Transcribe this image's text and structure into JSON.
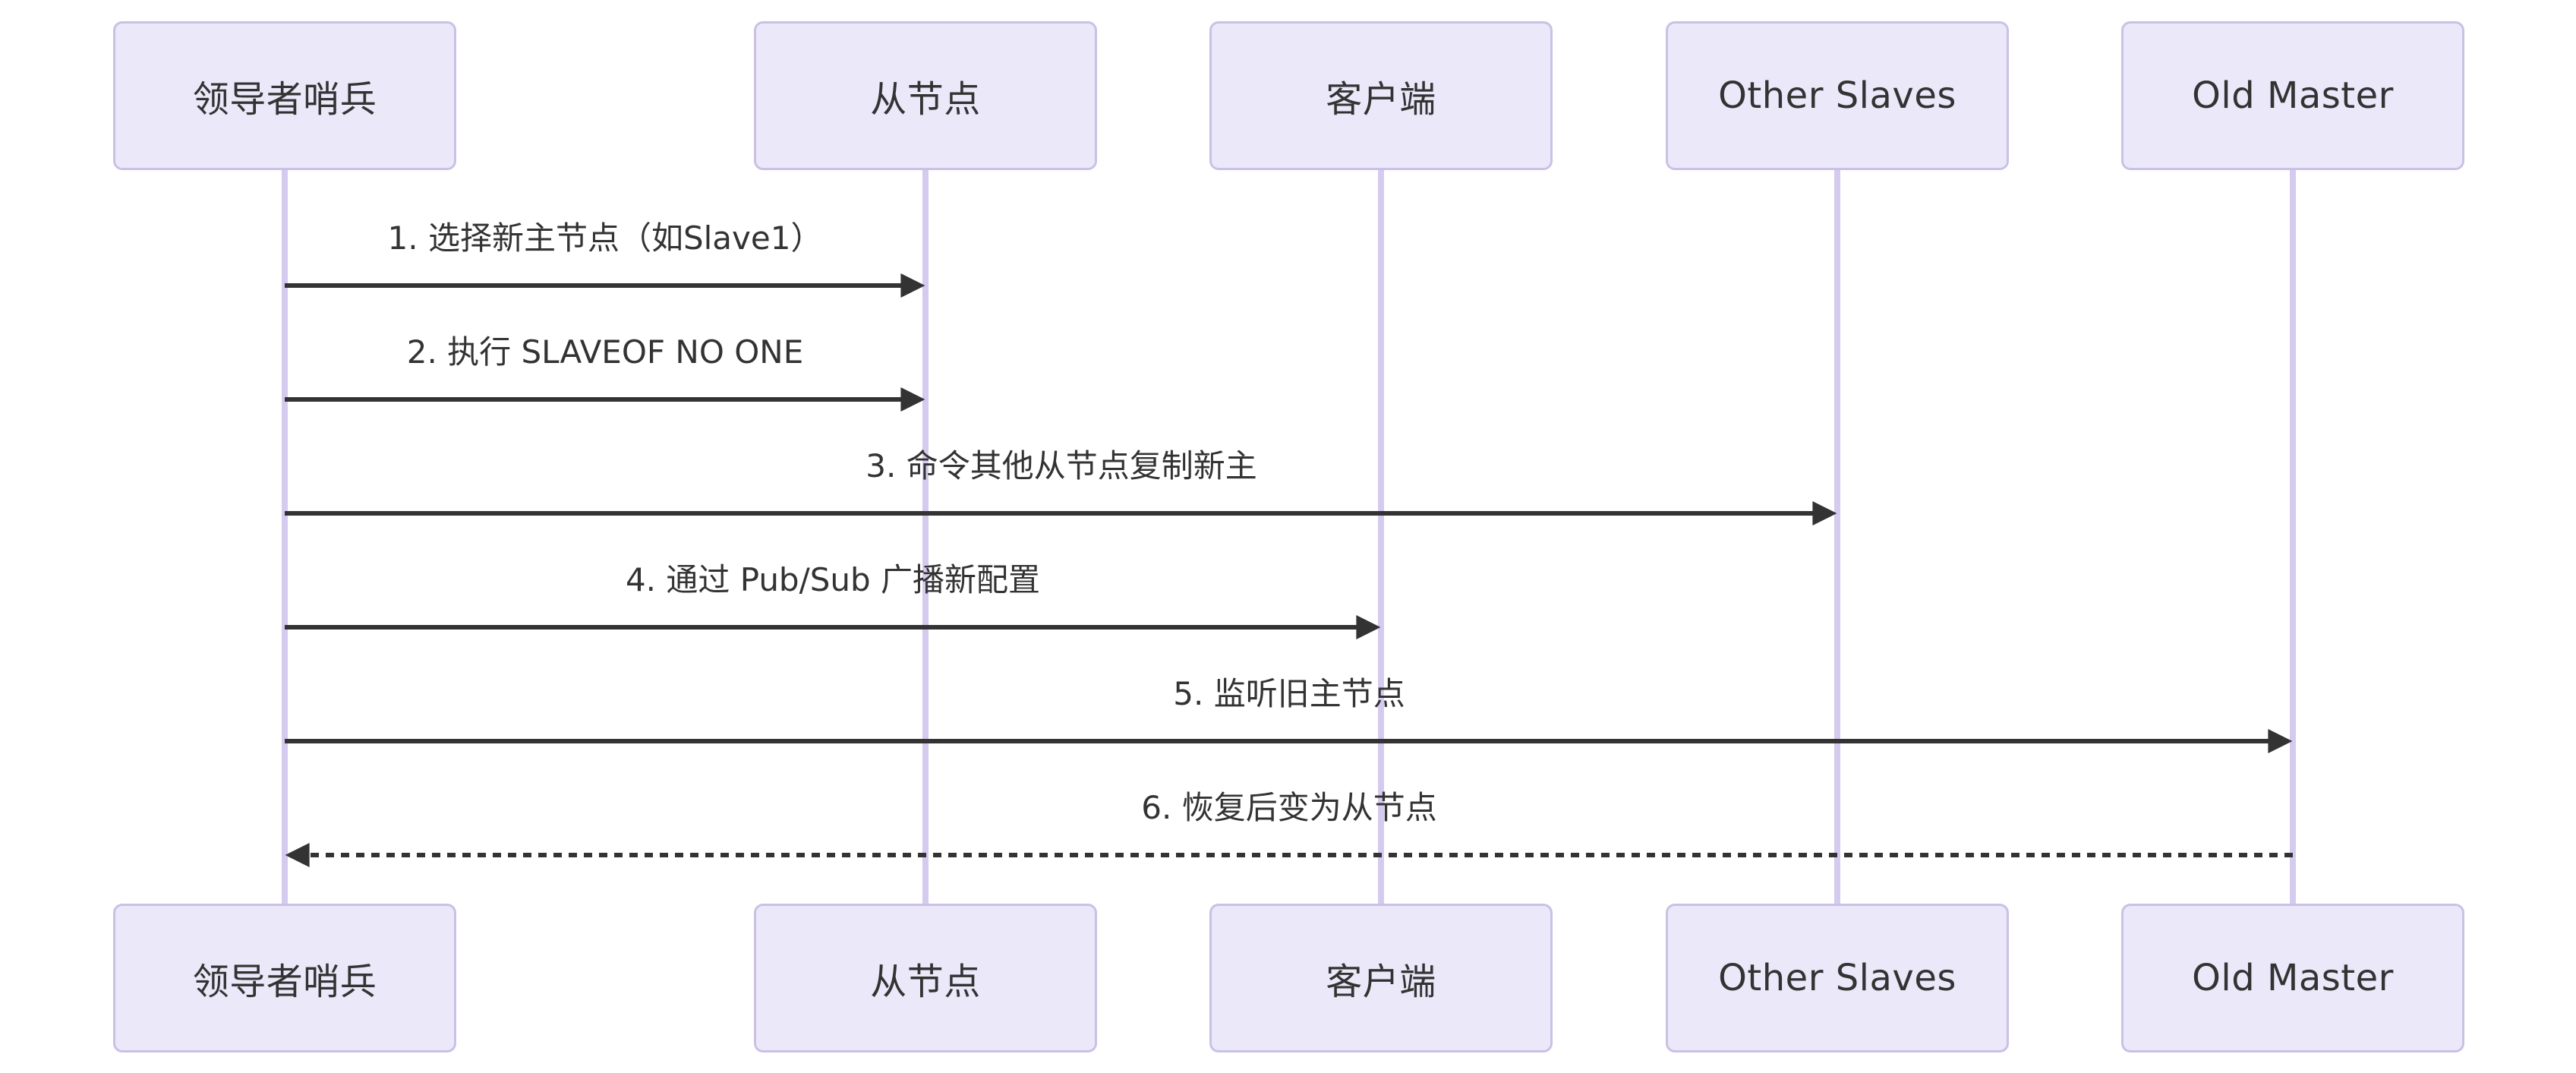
{
  "diagram": {
    "type": "sequence-diagram",
    "background": "#ffffff",
    "colors": {
      "actor_fill": "#eae8f9",
      "actor_border": "#cbc0e5",
      "lifeline": "#d5cbee",
      "message_line": "#333333",
      "text": "#333333"
    },
    "actors": [
      {
        "id": "leader-sentinel",
        "label": "领导者哨兵"
      },
      {
        "id": "slave-node",
        "label": "从节点"
      },
      {
        "id": "client",
        "label": "客户端"
      },
      {
        "id": "other-slaves",
        "label": "Other Slaves"
      },
      {
        "id": "old-master",
        "label": "Old Master"
      }
    ],
    "messages": [
      {
        "seq": 1,
        "from": "领导者哨兵",
        "to": "从节点",
        "style": "solid",
        "label": "1. 选择新主节点（如Slave1）"
      },
      {
        "seq": 2,
        "from": "领导者哨兵",
        "to": "从节点",
        "style": "solid",
        "label": "2. 执行 SLAVEOF NO ONE"
      },
      {
        "seq": 3,
        "from": "领导者哨兵",
        "to": "Other Slaves",
        "style": "solid",
        "label": "3. 命令其他从节点复制新主"
      },
      {
        "seq": 4,
        "from": "领导者哨兵",
        "to": "客户端",
        "style": "solid",
        "label": "4. 通过 Pub/Sub 广播新配置"
      },
      {
        "seq": 5,
        "from": "领导者哨兵",
        "to": "Old Master",
        "style": "solid",
        "label": "5. 监听旧主节点"
      },
      {
        "seq": 6,
        "from": "Old Master",
        "to": "领导者哨兵",
        "style": "dashed",
        "label": "6. 恢复后变为从节点"
      }
    ]
  }
}
